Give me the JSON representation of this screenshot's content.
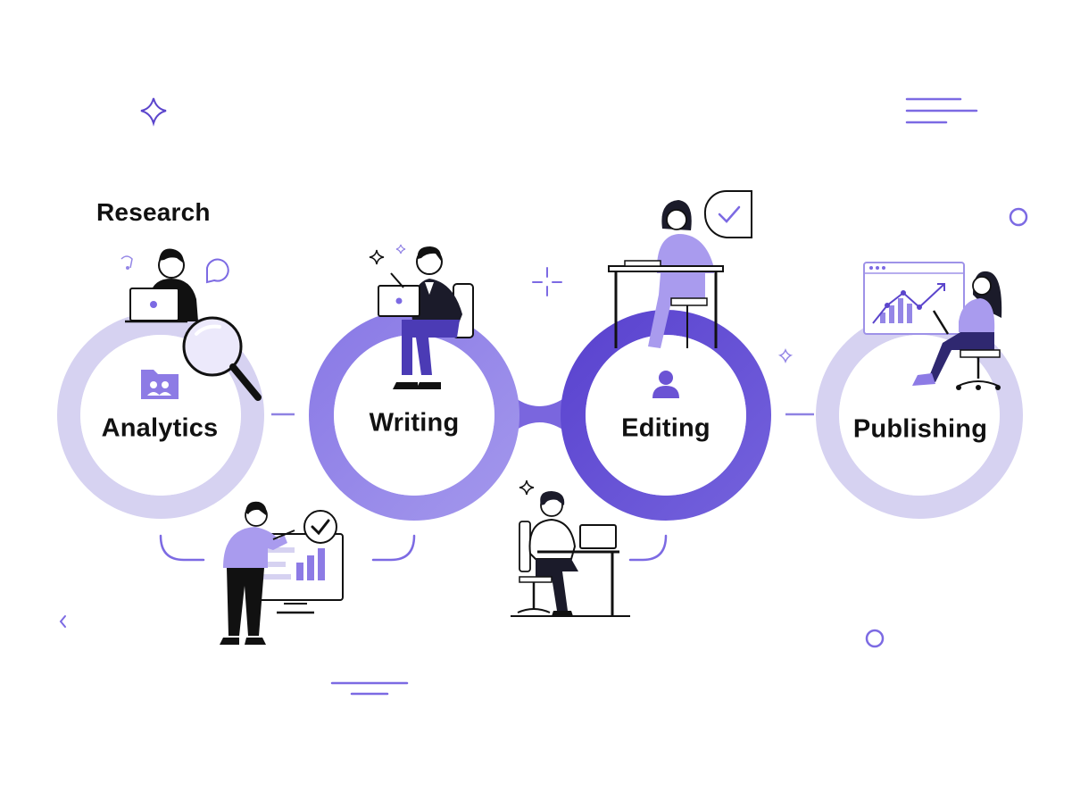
{
  "heading": {
    "text": "Research"
  },
  "stages": [
    {
      "label": "Analytics",
      "color": "#d6d2f1"
    },
    {
      "label": "Writing",
      "color": "#9486e6"
    },
    {
      "label": "Editing",
      "color": "#6b53d4"
    },
    {
      "label": "Publishing",
      "color": "#d6d2f1"
    }
  ],
  "palette": {
    "accent": "#7c6ae3",
    "accent_dark": "#5b45cc",
    "light": "#d6d2f1",
    "ink": "#111111"
  },
  "icons": [
    "sparkle-icon",
    "lines-icon",
    "circle-icon",
    "crosshair-icon",
    "folder-users-icon",
    "user-icon",
    "magnifier-icon",
    "checkmark-icon",
    "chart-icon",
    "chevron-left-icon"
  ]
}
